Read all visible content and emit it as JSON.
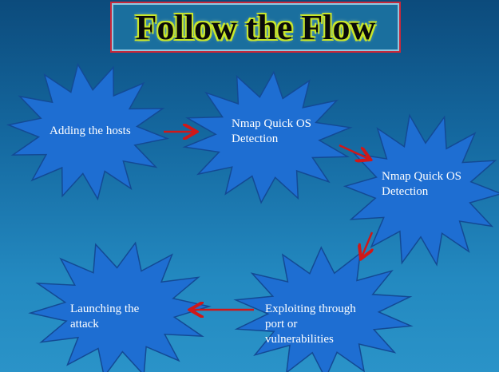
{
  "title": "Follow the Flow",
  "steps": [
    {
      "label": "Adding the hosts"
    },
    {
      "label": "Nmap Quick OS Detection"
    },
    {
      "label": "Nmap Quick OS Detection"
    },
    {
      "label": "Exploiting through port or vulnerabilities"
    },
    {
      "label": "Launching the attack"
    }
  ],
  "colors": {
    "star_fill": "#1e6ed2",
    "star_stroke": "#134a94",
    "arrow": "#d01818"
  }
}
